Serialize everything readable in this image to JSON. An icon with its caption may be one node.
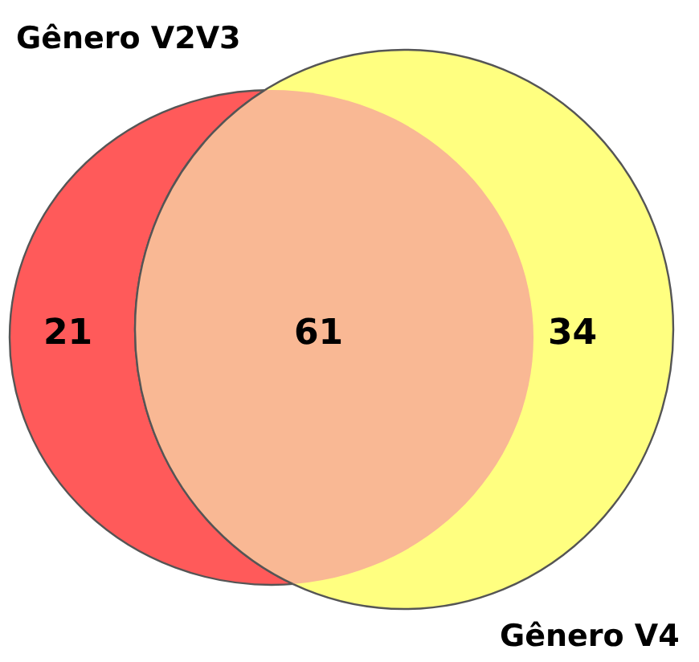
{
  "diagram": {
    "nodes": [
      {
        "text": [
          "Gênero V2V3",
          "21"
        ]
      },
      {
        "text": [
          "34",
          "Gênero V4"
        ]
      }
    ],
    "labels": [
      "61"
    ]
  }
}
